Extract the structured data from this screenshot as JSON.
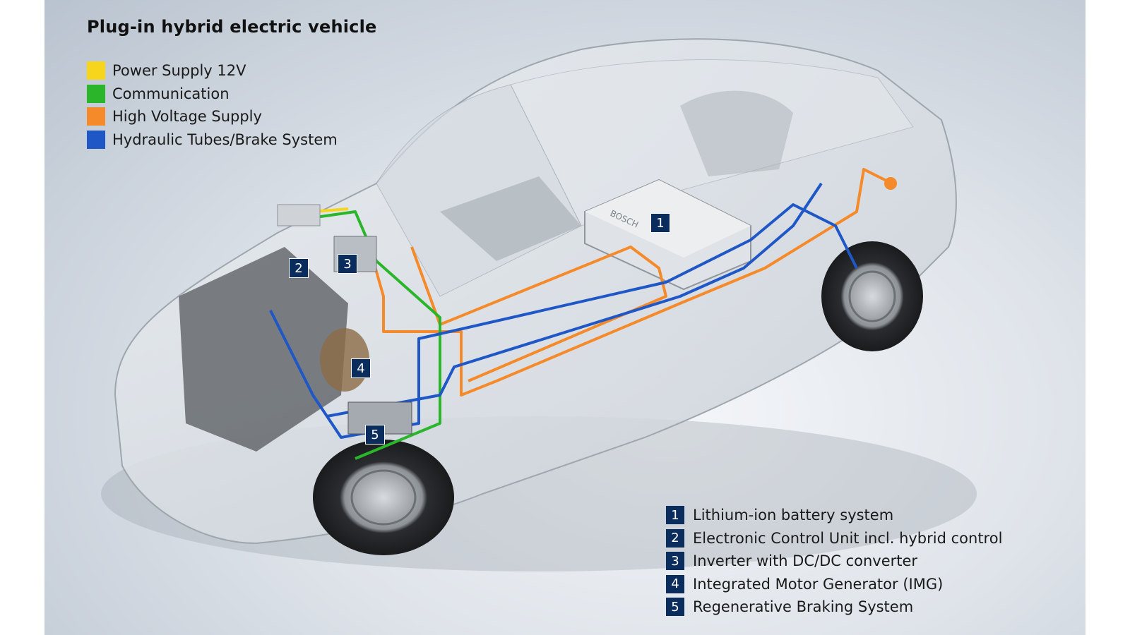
{
  "title": "Plug-in hybrid electric vehicle",
  "legend": [
    {
      "label": "Power Supply 12V",
      "color": "#f7d51d"
    },
    {
      "label": "Communication",
      "color": "#2bb52b"
    },
    {
      "label": "High Voltage Supply",
      "color": "#f58a2a"
    },
    {
      "label": "Hydraulic Tubes/Brake System",
      "color": "#1f58c6"
    }
  ],
  "components": [
    {
      "number": "1",
      "label": "Lithium-ion battery system"
    },
    {
      "number": "2",
      "label": "Electronic Control Unit incl. hybrid control"
    },
    {
      "number": "3",
      "label": "Inverter with DC/DC converter"
    },
    {
      "number": "4",
      "label": "Integrated Motor Generator (IMG)"
    },
    {
      "number": "5",
      "label": "Regenerative Braking System"
    }
  ],
  "battery_brand": "BOSCH",
  "marker_color": "#0b2d5e"
}
